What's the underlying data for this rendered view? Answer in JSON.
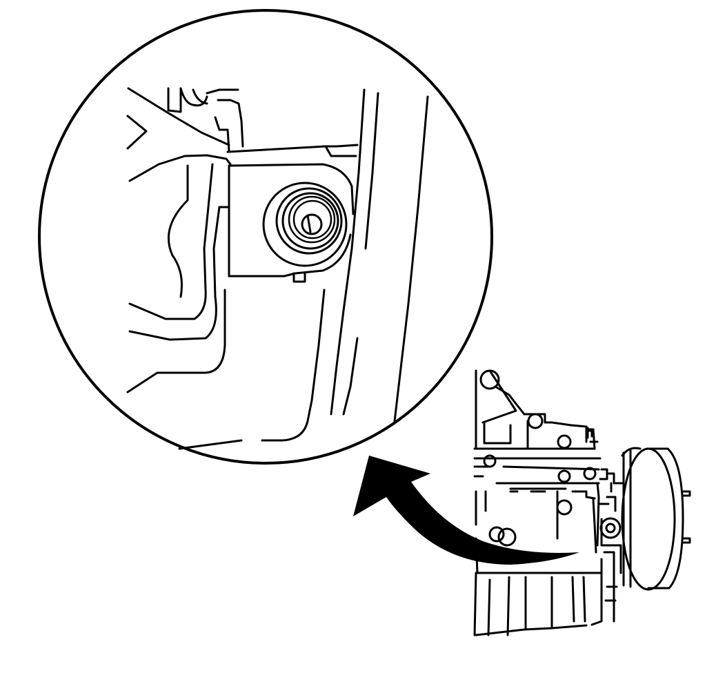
{
  "diagram": {
    "kind": "technical-line-illustration",
    "views": [
      {
        "id": "detail-view",
        "shape": "circle-inset",
        "depicts": "bracket-and-bolt-closeup"
      },
      {
        "id": "overview",
        "depicts": "engine-assembly"
      }
    ],
    "connector": {
      "type": "curved-arrow",
      "from": "overview",
      "to": "detail-view",
      "direction": "up-left"
    },
    "colors": {
      "line": "#000000",
      "background": "#ffffff"
    }
  }
}
